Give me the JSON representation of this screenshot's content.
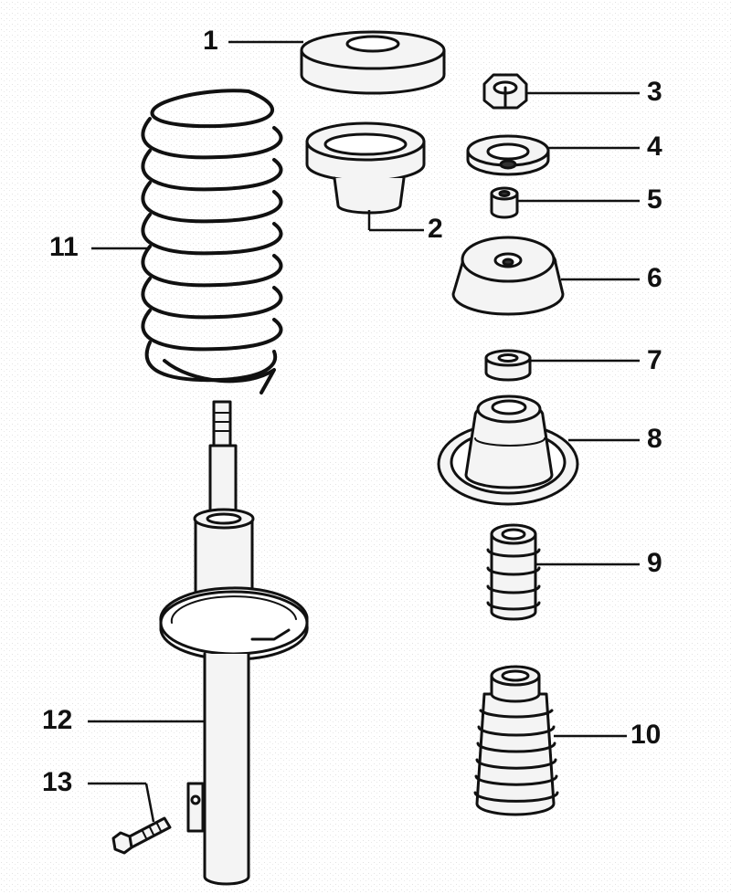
{
  "diagram": {
    "subject": "exploded view of suspension strut assembly",
    "colors": {
      "ink": "#111111",
      "paper": "#ffffff",
      "fill": "#f4f4f4",
      "shadow": "#d6d6d6"
    },
    "callouts": [
      {
        "id": "part-1",
        "label": "1"
      },
      {
        "id": "part-2",
        "label": "2"
      },
      {
        "id": "part-3",
        "label": "3"
      },
      {
        "id": "part-4",
        "label": "4"
      },
      {
        "id": "part-5",
        "label": "5"
      },
      {
        "id": "part-6",
        "label": "6"
      },
      {
        "id": "part-7",
        "label": "7"
      },
      {
        "id": "part-8",
        "label": "8"
      },
      {
        "id": "part-9",
        "label": "9"
      },
      {
        "id": "part-10",
        "label": "10"
      },
      {
        "id": "part-11",
        "label": "11"
      },
      {
        "id": "part-12",
        "label": "12"
      },
      {
        "id": "part-13",
        "label": "13"
      }
    ]
  }
}
